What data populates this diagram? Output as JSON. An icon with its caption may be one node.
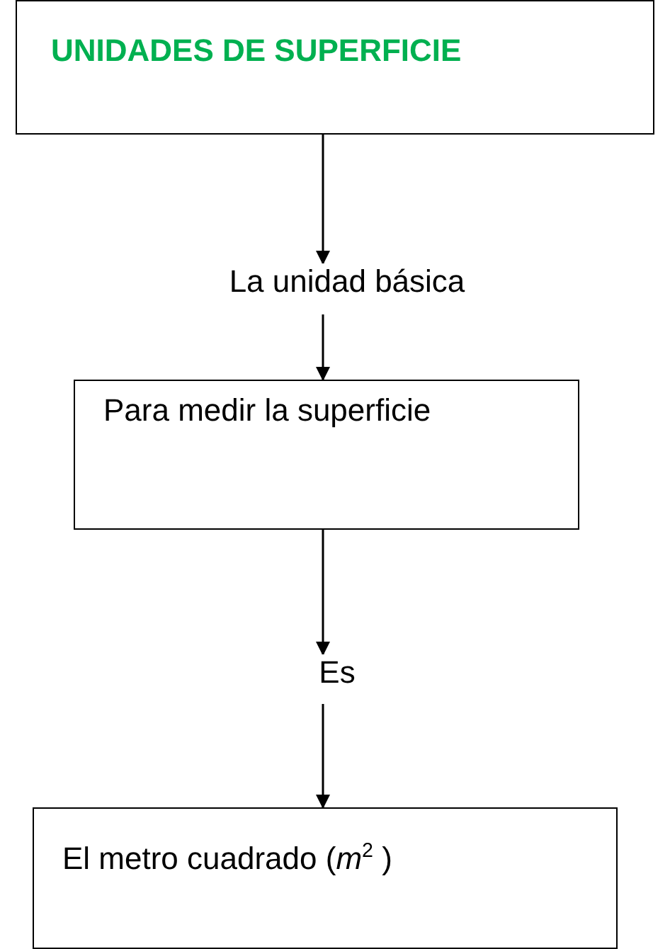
{
  "diagram": {
    "nodes": [
      {
        "text": [
          "UNIDADES DE SUPERFICIE"
        ]
      },
      {
        "text": [
          "La unidad básica"
        ]
      },
      {
        "text": [
          "Para medir la superficie"
        ]
      },
      {
        "text": [
          "Es"
        ]
      },
      {
        "text": [
          "El metro cuadrado (*m*$^{2}$ )"
        ]
      }
    ],
    "edges": [
      {
        "from": 0,
        "to": 1,
        "arrow": "to"
      },
      {
        "from": 1,
        "to": 2,
        "arrow": "to"
      },
      {
        "from": 2,
        "to": 3,
        "arrow": "to"
      },
      {
        "from": 3,
        "to": 4,
        "arrow": "to"
      }
    ]
  }
}
